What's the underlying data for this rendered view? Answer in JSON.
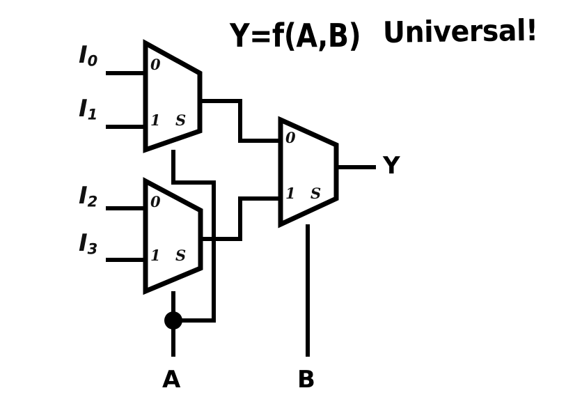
{
  "title": {
    "formula": "Y=f(A,B)",
    "note": "Universal!"
  },
  "diagram": {
    "kind": "multiplexer-tree-schematic",
    "description": "4-to-1 multiplexer built from three 2-to-1 multiplexers",
    "line_color": "#000000",
    "background_color": "#ffffff"
  },
  "inputs": [
    {
      "id": "i0",
      "label": "I",
      "subscript": "0"
    },
    {
      "id": "i1",
      "label": "I",
      "subscript": "1"
    },
    {
      "id": "i2",
      "label": "I",
      "subscript": "2"
    },
    {
      "id": "i3",
      "label": "I",
      "subscript": "3"
    }
  ],
  "selects": [
    {
      "id": "a",
      "label": "A"
    },
    {
      "id": "b",
      "label": "B"
    }
  ],
  "outputs": [
    {
      "id": "y",
      "label": "Y"
    }
  ],
  "muxes": [
    {
      "id": "mux1",
      "name": "top-mux",
      "pin_labels": {
        "in0": "0",
        "in1": "1",
        "sel": "S"
      },
      "inputs": [
        "I0",
        "I1"
      ],
      "select": "A"
    },
    {
      "id": "mux2",
      "name": "middle-mux",
      "pin_labels": {
        "in0": "0",
        "in1": "1",
        "sel": "S"
      },
      "inputs": [
        "I2",
        "I3"
      ],
      "select": "A"
    },
    {
      "id": "mux3",
      "name": "output-mux",
      "pin_labels": {
        "in0": "0",
        "in1": "1",
        "sel": "S"
      },
      "inputs": [
        "mux1-out",
        "mux2-out"
      ],
      "select": "B"
    }
  ],
  "junctions": [
    {
      "id": "a-junction",
      "signal": "A"
    }
  ]
}
